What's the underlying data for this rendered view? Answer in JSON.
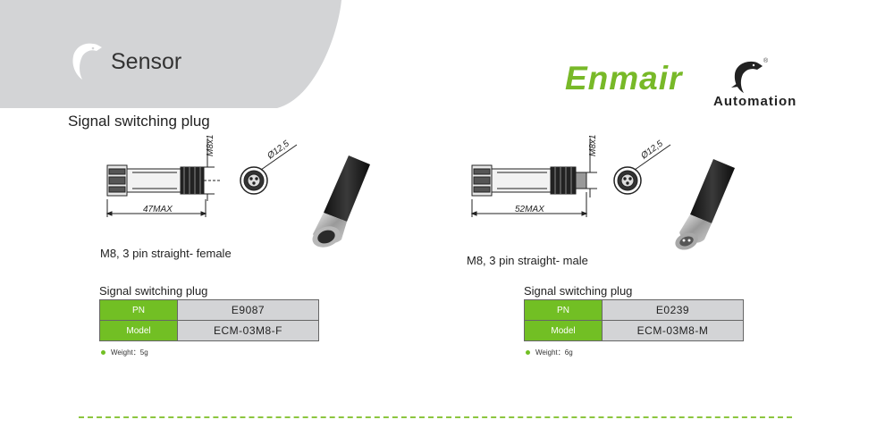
{
  "header": {
    "title": "Sensor"
  },
  "brand": {
    "name": "Enmair",
    "subtitle": "Automation",
    "registered": "®"
  },
  "section_title": "Signal switching plug",
  "products": [
    {
      "dim_length": "47MAX",
      "dim_thread": "M8x1",
      "dim_diameter": "Ø12,5",
      "caption": "M8, 3 pin straight- female",
      "table_title": "Signal switching plug",
      "rows": [
        {
          "label": "PN",
          "value": "E9087"
        },
        {
          "label": "Model",
          "value": "ECM-03M8-F"
        }
      ],
      "weight": "Weight：5g"
    },
    {
      "dim_length": "52MAX",
      "dim_thread": "M8x1",
      "dim_diameter": "Ø12,5",
      "caption": "M8, 3 pin straight- male",
      "table_title": "Signal switching plug",
      "rows": [
        {
          "label": "PN",
          "value": "E0239"
        },
        {
          "label": "Model",
          "value": "ECM-03M8-M"
        }
      ],
      "weight": "Weight：6g"
    }
  ],
  "colors": {
    "accent_green": "#72bf24",
    "header_gray": "#d3d4d6",
    "divider_green": "#8cc63f"
  }
}
